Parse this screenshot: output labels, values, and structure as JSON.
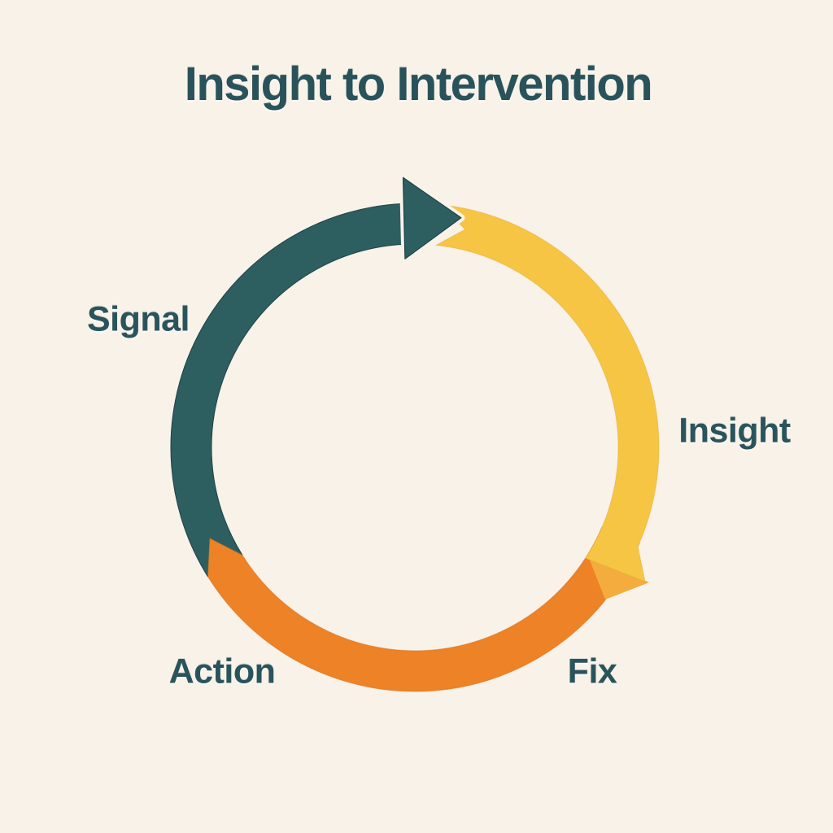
{
  "title": {
    "text": "Insight to Intervention",
    "color": "#29525A"
  },
  "diagram": {
    "type": "cycle",
    "direction": "clockwise",
    "stages": [
      {
        "label": "Signal",
        "position": "left",
        "segment_color": "#2E5F60"
      },
      {
        "label": "Insight",
        "position": "right",
        "segment_color": "#F6C544"
      },
      {
        "label": "Fix",
        "position": "bottom-right",
        "segment_color": "#ED8226"
      },
      {
        "label": "Action",
        "position": "bottom-left",
        "segment_color": "#ED8226"
      }
    ],
    "colors": {
      "teal": "#2E5F60",
      "teal_outline": "#1D4147",
      "yellow": "#F6C544",
      "amber_fold": "#F4AC3E",
      "orange": "#ED8226",
      "background": "#F8F2E9",
      "label_text": "#2A545C"
    }
  }
}
